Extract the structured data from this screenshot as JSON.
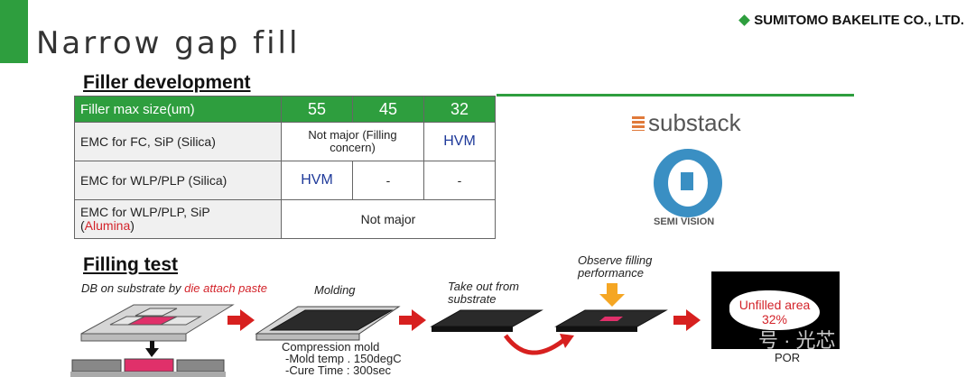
{
  "brand": "SUMITOMO BAKELITE CO., LTD.",
  "title": "Narrow gap fill",
  "filler_section_title": "Filler development",
  "table": {
    "header_label": "Filler max size(um)",
    "sizes": [
      "55",
      "45",
      "32"
    ],
    "rows": [
      {
        "label": "EMC for FC, SiP (Silica)",
        "merged": "Not major (Filling concern)",
        "last": "HVM"
      },
      {
        "label": "EMC for WLP/PLP (Silica)",
        "cells": [
          "HVM",
          "-",
          "-"
        ]
      },
      {
        "label_main": "EMC for WLP/PLP, SiP",
        "label_paren_open": "(",
        "label_red": "Alumina",
        "label_paren_close": ")",
        "merged": "Not major"
      }
    ]
  },
  "logos": {
    "substack": "substack",
    "semi_vision": "SEMI VISION"
  },
  "filling_section_title": "Filling test",
  "steps": {
    "db_prefix": "DB on substrate by ",
    "db_red": "die attach paste",
    "molding": "Molding",
    "take_out_1": "Take out from",
    "take_out_2": "substrate",
    "observe_1": "Observe filling",
    "observe_2": "performance",
    "unfilled_1": "Unfilled area",
    "unfilled_2": "32%",
    "por": "POR",
    "comp_1": "Compression mold",
    "comp_2": "-Mold temp . 150degC",
    "comp_3": "-Cure Time : 300sec"
  },
  "watermark": "号 · 光芯",
  "colors": {
    "green": "#2e9e3e",
    "red": "#d7201f",
    "blue": "#1f3a9a",
    "orange": "#f5a623"
  }
}
